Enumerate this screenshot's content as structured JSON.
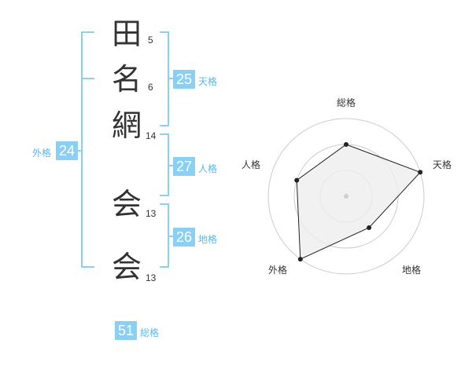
{
  "name": {
    "characters": [
      {
        "char": "田",
        "strokes": "5"
      },
      {
        "char": "名",
        "strokes": "6"
      },
      {
        "char": "網",
        "strokes": "14"
      },
      {
        "char": "会",
        "strokes": "13"
      },
      {
        "char": "会",
        "strokes": "13"
      }
    ]
  },
  "fortune": {
    "tenkaku": {
      "value": "25",
      "label": "天格"
    },
    "jinkaku": {
      "value": "27",
      "label": "人格"
    },
    "chikaku": {
      "value": "26",
      "label": "地格"
    },
    "gaikaku": {
      "value": "24",
      "label": "外格"
    },
    "soukaku": {
      "value": "51",
      "label": "総格"
    }
  },
  "colors": {
    "bracket": "#8ad0f5",
    "badge": "#8ad0f5",
    "badge_label": "#5ab8e6",
    "ring": "#cccccc",
    "polygon_fill": "#eeeeee",
    "polygon_stroke": "#222222"
  },
  "chart_data": {
    "type": "radar",
    "axes": [
      "総格",
      "天格",
      "地格",
      "外格",
      "人格"
    ],
    "levels": 3,
    "values": [
      2,
      3,
      1.5,
      3,
      2
    ]
  }
}
